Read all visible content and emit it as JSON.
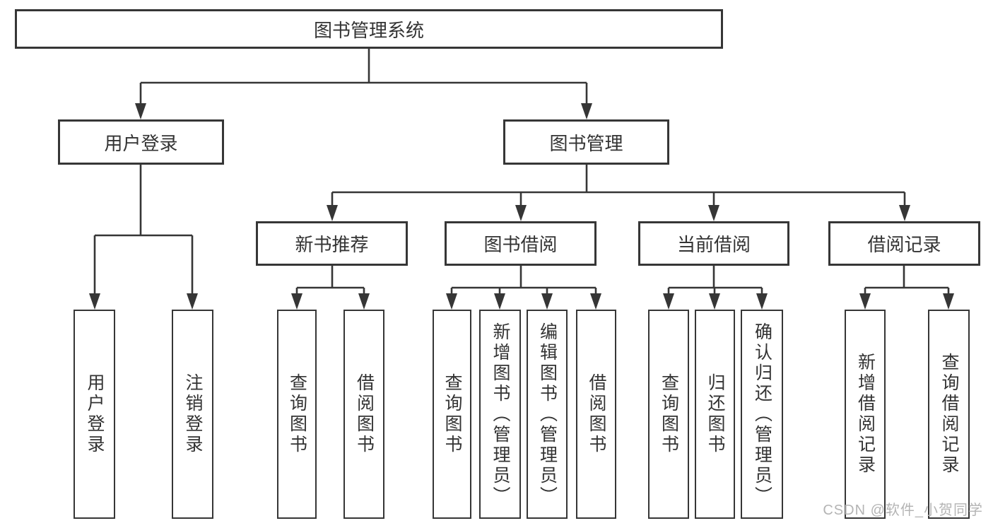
{
  "diagram": {
    "root_label": "图书管理系统",
    "branches": [
      {
        "label": "用户登录",
        "children": [
          {
            "label": "用户登录"
          },
          {
            "label": "注销登录"
          }
        ]
      },
      {
        "label": "图书管理",
        "children": [
          {
            "label": "新书推荐",
            "children": [
              {
                "label": "查询图书"
              },
              {
                "label": "借阅图书"
              }
            ]
          },
          {
            "label": "图书借阅",
            "children": [
              {
                "label": "查询图书"
              },
              {
                "label": "新增图书（管理员）"
              },
              {
                "label": "编辑图书（管理员）"
              },
              {
                "label": "借阅图书"
              }
            ]
          },
          {
            "label": "当前借阅",
            "children": [
              {
                "label": "查询图书"
              },
              {
                "label": "归还图书"
              },
              {
                "label": "确认归还（管理员）"
              }
            ]
          },
          {
            "label": "借阅记录",
            "children": [
              {
                "label": "新增借阅记录"
              },
              {
                "label": "查询借阅记录"
              }
            ]
          }
        ]
      }
    ]
  },
  "colors": {
    "line": "#363636",
    "text": "#333333",
    "watermark": "#b4b4b4"
  },
  "watermark": {
    "text": "CSDN @软件_小贺同学"
  }
}
